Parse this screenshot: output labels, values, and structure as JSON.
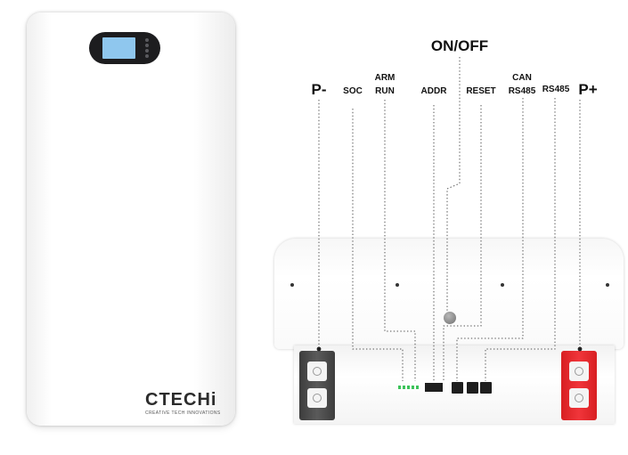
{
  "brand": {
    "logo": "CTECHi",
    "tagline": "CREATIVE TECH INNOVATIONS"
  },
  "callouts": {
    "p_minus": "P-",
    "soc": "SOC",
    "arm": "ARM",
    "run": "RUN",
    "addr": "ADDR",
    "on_off": "ON/OFF",
    "reset": "RESET",
    "can": "CAN",
    "rs485_a": "RS485",
    "rs485_b": "RS485",
    "p_plus": "P+"
  },
  "colors": {
    "negative_terminal": "#4a4a4a",
    "positive_terminal": "#e8272b",
    "lcd_screen": "#8fc7ee",
    "indicator_led": "#3cc35a"
  }
}
